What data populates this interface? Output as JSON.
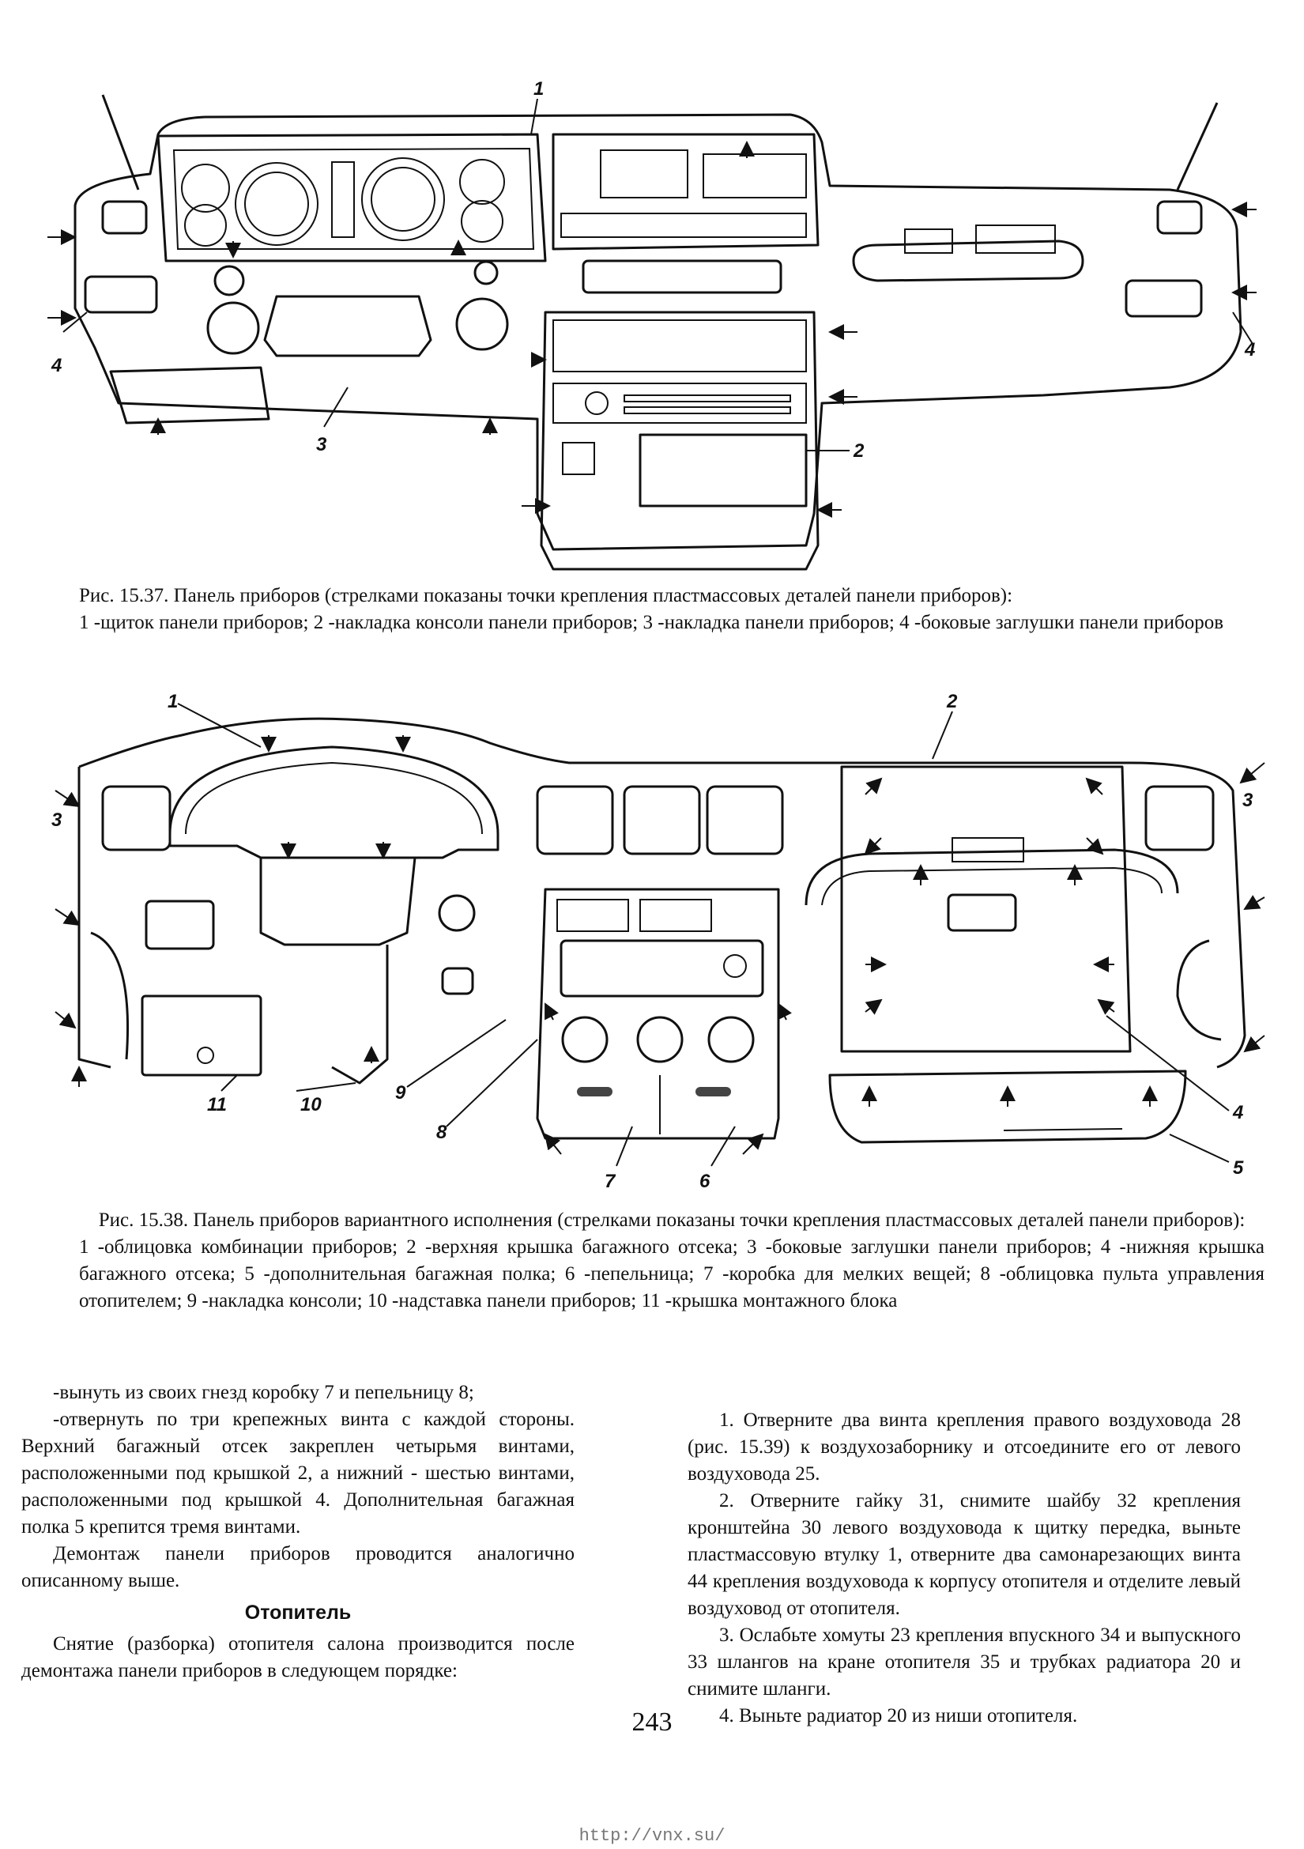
{
  "figure1": {
    "labels": [
      "1",
      "2",
      "3",
      "4",
      "4"
    ],
    "caption_title": "Рис. 15.37. Панель приборов (стрелками показаны точки крепления пластмассовых деталей панели приборов):",
    "caption_legend": "1 -щиток панели приборов; 2 -накладка консоли панели приборов; 3 -накладка панели приборов; 4 -боковые заглушки панели приборов"
  },
  "figure2": {
    "labels": [
      "1",
      "2",
      "3",
      "3",
      "4",
      "5",
      "6",
      "7",
      "8",
      "9",
      "10",
      "11"
    ],
    "caption_title": "Рис. 15.38. Панель приборов вариантного исполнения (стрелками показаны точки крепления пластмассовых деталей панели приборов):",
    "caption_legend": "1 -облицовка комбинации приборов; 2 -верхняя крышка багажного отсека; 3 -боковые заглушки панели приборов; 4 -нижняя крышка багажного отсека; 5 -дополнительная багажная полка; 6 -пепельница; 7 -коробка для мелких вещей; 8 -облицовка пульта управления отопителем; 9 -накладка консоли; 10 -надставка панели приборов; 11 -крышка монтажного блока"
  },
  "left_column": {
    "p1": "-вынуть из своих гнезд коробку 7 и пепельницу 8;",
    "p2": "-отвернуть по три крепежных винта с каждой стороны. Верхний багажный отсек закреплен четырьмя винтами, расположенными под крышкой 2, а нижний - шестью винтами, расположенными под крышкой 4. Дополнительная багажная полка 5 крепится тремя винтами.",
    "p3": "Демонтаж панели приборов проводится аналогично описанному выше.",
    "heading": "Отопитель",
    "p4": "Снятие (разборка) отопителя салона производится после демонтажа панели приборов в следующем порядке:"
  },
  "right_column": {
    "p1": "1. Отверните два винта крепления правого воздуховода 28 (рис. 15.39) к воздухозаборнику и отсоедините его от левого воздуховода 25.",
    "p2": "2. Отверните гайку 31, снимите шайбу 32 крепления кронштейна 30 левого воздуховода к щитку передка, выньте пластмассовую втулку 1, отверните два самонарезающих винта 44 крепления воздуховода к корпусу отопителя и отделите левый воздуховод от отопителя.",
    "p3": "3. Ослабьте хомуты 23 крепления впускного 34 и выпускного 33 шлангов на кране отопителя 35 и трубках радиатора 20 и снимите шланги.",
    "p4": "4. Выньте радиатор 20 из ниши отопителя."
  },
  "page_number": "243",
  "footer_url": "http://vnx.su/"
}
